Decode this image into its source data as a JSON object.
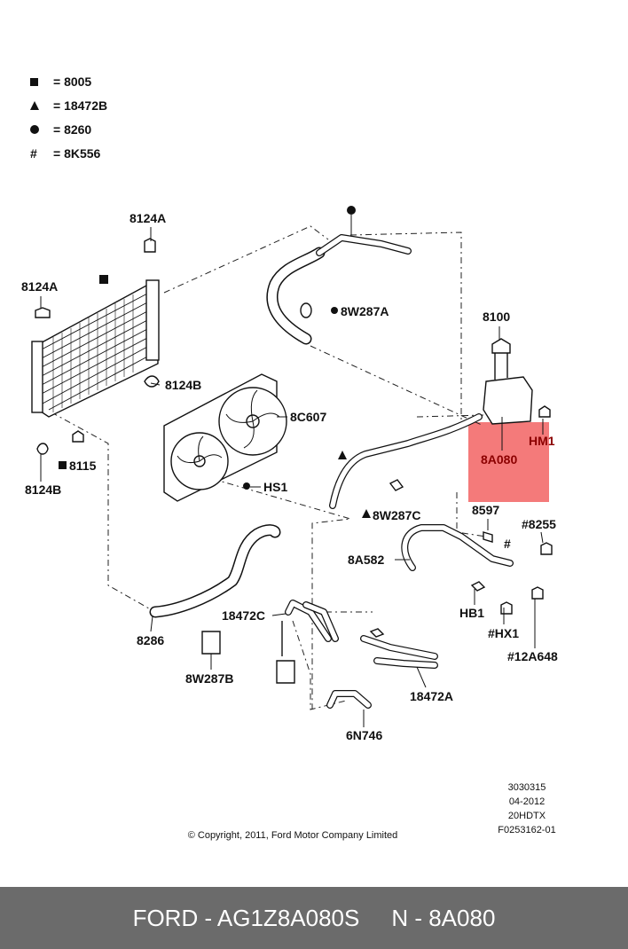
{
  "legend": [
    {
      "symbol": "square-icon",
      "text": "= 8005"
    },
    {
      "symbol": "triangle-icon",
      "text": "= 18472B"
    },
    {
      "symbol": "circle-icon",
      "text": "= 8260"
    },
    {
      "symbol": "hash-icon",
      "text": "= 8K556"
    }
  ],
  "callouts": {
    "c8124A_top": "8124A",
    "c8124A_left": "8124A",
    "c8124B_mid": "8124B",
    "c8124B_low": "8124B",
    "c8115": "8115",
    "c8C607": "8C607",
    "cHS1": "HS1",
    "c8W287A": "8W287A",
    "c8100": "8100",
    "cHM1": "HM1",
    "c8A080": "8A080",
    "c8597": "8597",
    "c8W287C": "8W287C",
    "c8255": "#8255",
    "c8A582": "8A582",
    "cHB1": "HB1",
    "cHX1": "#HX1",
    "c12A648": "#12A648",
    "c18472C": "18472C",
    "c8286": "8286",
    "c8W287B": "8W287B",
    "c18472A": "18472A",
    "c6N746": "6N746",
    "hash_mark": "#"
  },
  "highlight_color": "#f47a7a",
  "meta": {
    "code1": "3030315",
    "date": "04-2012",
    "code2": "20HDTX",
    "code3": "F0253162-01",
    "copyright": "© Copyright, 2011, Ford Motor Company Limited"
  },
  "footer": {
    "left": "FORD - AG1Z8A080S",
    "right": "N - 8A080"
  }
}
